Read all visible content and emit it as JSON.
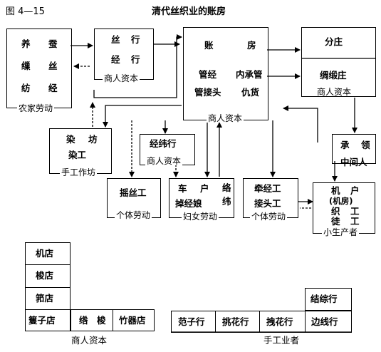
{
  "figure_no": "图 4—15",
  "title": "清代丝织业的账房",
  "peasant": {
    "lines": [
      "养",
      "蚕",
      "缫",
      "丝",
      "纺",
      "经"
    ],
    "caption": "农家劳动"
  },
  "silk_shop": {
    "lines": [
      "丝",
      "行",
      "经",
      "行"
    ],
    "caption": "商人资本"
  },
  "account_house": {
    "name": [
      "账",
      "房"
    ],
    "l1": [
      "管经",
      "内承管"
    ],
    "l2": [
      "管接头",
      "仇货"
    ],
    "caption": "商人资本"
  },
  "branch": {
    "top": "分庄",
    "mid": "绸缎庄",
    "caption": "商人资本"
  },
  "dye": {
    "lines": [
      "染",
      "坊",
      "染工"
    ],
    "caption": "手工作坊"
  },
  "warp_shop": {
    "label": "经纬行",
    "caption": "商人资本"
  },
  "contractor": {
    "lines": [
      "承",
      "领",
      "中间人"
    ]
  },
  "reel": {
    "label": "摇丝工",
    "caption": "个体劳动"
  },
  "women": {
    "l1": [
      "车",
      "户"
    ],
    "l2": "掉经娘",
    "side": [
      "络",
      "纬"
    ],
    "caption": "妇女劳动"
  },
  "joiners": {
    "l1": "牵经工",
    "l2": "接头工",
    "caption": "个体劳动"
  },
  "loom_owner": {
    "lines": [
      "机",
      "户",
      "(机房)",
      "织",
      "工",
      "徒",
      "工"
    ],
    "caption": "小生产者"
  },
  "merchant_shops": {
    "stack": [
      "机店",
      "梭店",
      "筘店",
      "篗子店"
    ],
    "row": [
      "绺",
      "梭"
    ],
    "bamboo": "竹器店",
    "caption": "商人资本"
  },
  "craft_shops": {
    "items": [
      "范子行",
      "挑花行",
      "拽花行",
      "边线行"
    ],
    "top": "结综行",
    "caption": "手工业者"
  }
}
